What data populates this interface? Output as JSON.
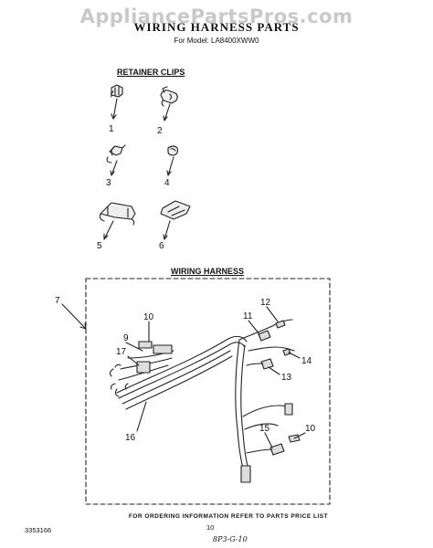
{
  "watermark": "AppliancePartsPros.com",
  "header": {
    "title": "WIRING HARNESS PARTS",
    "model": "For Model: LA8400XWW0"
  },
  "sections": {
    "retainer_clips": "RETAINER CLIPS",
    "wiring_harness": "WIRING HARNESS"
  },
  "callouts": {
    "clip_1": "1",
    "clip_2": "2",
    "clip_3": "3",
    "clip_4": "4",
    "clip_5": "5",
    "clip_6": "6",
    "harness_7": "7",
    "harness_9": "9",
    "harness_10_top": "10",
    "harness_11": "11",
    "harness_12": "12",
    "harness_13": "13",
    "harness_14": "14",
    "harness_15": "15",
    "harness_16": "16",
    "harness_17": "17",
    "harness_10_bottom": "10"
  },
  "footer": {
    "note": "FOR ORDERING INFORMATION REFER TO PARTS PRICE LIST",
    "doc_number": "3353166",
    "page": "10",
    "handwritten": "8P3-G-10"
  }
}
